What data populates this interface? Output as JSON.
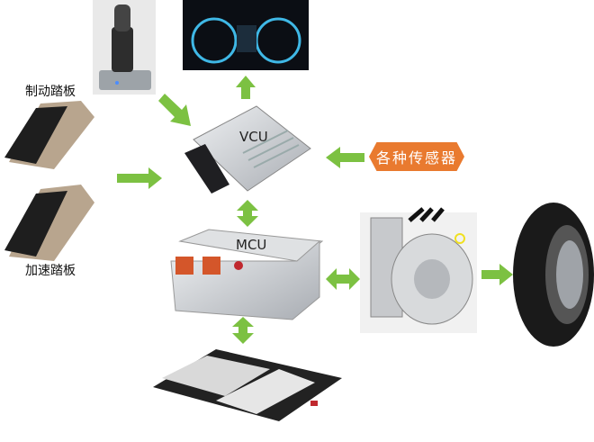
{
  "labels": {
    "brake_pedal": "制动踏板",
    "accel_pedal": "加速踏板",
    "vcu": "VCU",
    "mcu": "MCU",
    "sensors": "各种传感器"
  },
  "colors": {
    "arrow": "#7cc142",
    "badge": "#e97a2f"
  }
}
